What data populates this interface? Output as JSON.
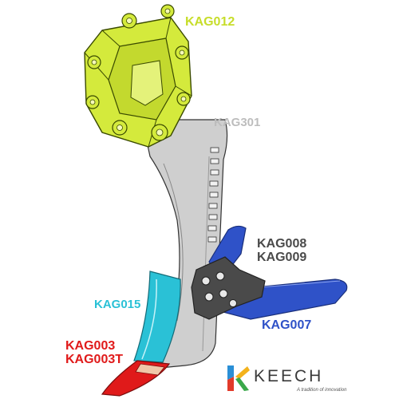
{
  "labels": {
    "kag012": "KAG012",
    "kag301": "KAG301",
    "kag008": "KAG008",
    "kag009": "KAG009",
    "kag015": "KAG015",
    "kag007": "KAG007",
    "kag003": "KAG003",
    "kag003t": "KAG003T"
  },
  "colors": {
    "kag012": "#d4ea3c",
    "kag301": "#c8c8c8",
    "kag008_kag009": "#4a4a4a",
    "kag015": "#2ac1d6",
    "kag007": "#2f52c8",
    "kag003": "#e01a1a"
  },
  "logo": {
    "brand": "KEECH",
    "tagline": "A tradition of innovation",
    "icon": "keech-k-logo-icon"
  }
}
